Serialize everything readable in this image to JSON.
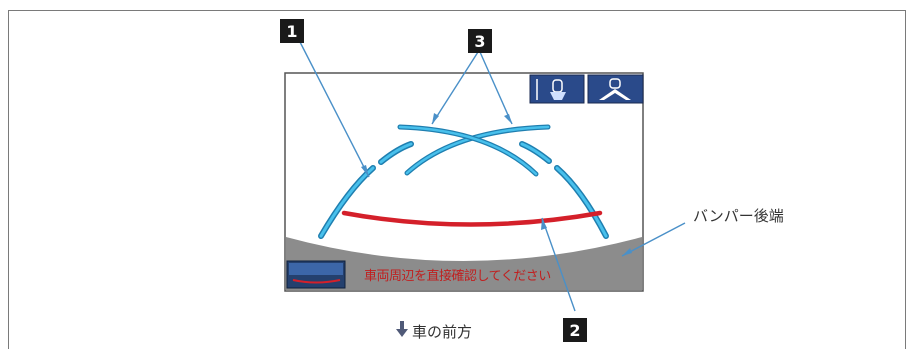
{
  "callouts": {
    "one": "1",
    "two": "2",
    "three": "3"
  },
  "labels": {
    "bumper_rear_end": "バンパー後端",
    "vehicle_front": "車の前方"
  },
  "screen": {
    "warning_message": "車両周辺を直接確認してください"
  },
  "icons": {
    "front_arrow": "down-arrow-icon",
    "mode_button_1": "vehicle-camera-view-icon",
    "mode_button_2": "wide-view-icon"
  },
  "colors": {
    "guide_line_blue": "#2aa3d6",
    "distance_line_red": "#d4202a",
    "bumper_gray": "#8c8c8c",
    "warning_text": "#c02020"
  }
}
